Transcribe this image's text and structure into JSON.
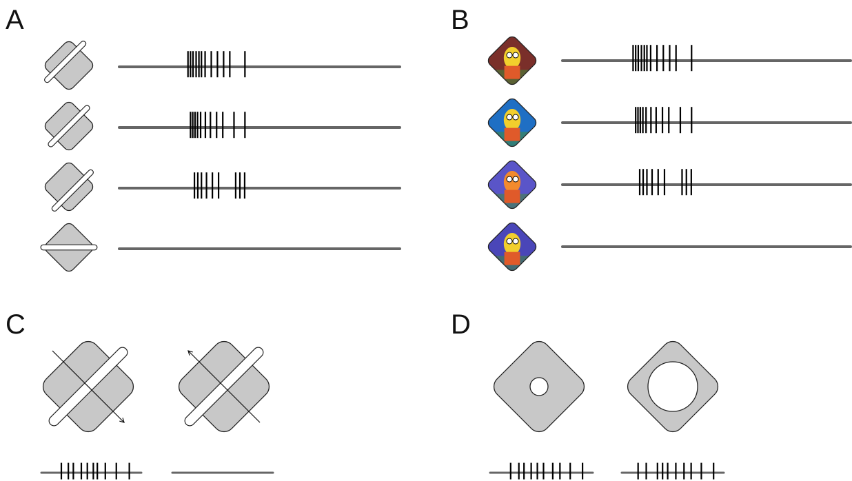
{
  "panels": {
    "A": {
      "label": "A",
      "rows": [
        {
          "icon": "tilted-bar-shape-icon",
          "bar_angle_deg": 45,
          "bar_offset": -0.2,
          "spikes": [
            0.245,
            0.254,
            0.263,
            0.274,
            0.284,
            0.293,
            0.306,
            0.328,
            0.35,
            0.372,
            0.394,
            0.448
          ]
        },
        {
          "icon": "tilted-bar-shape-icon",
          "bar_angle_deg": 45,
          "bar_offset": 0.0,
          "spikes": [
            0.254,
            0.262,
            0.27,
            0.279,
            0.29,
            0.307,
            0.325,
            0.347,
            0.369,
            0.409,
            0.448
          ]
        },
        {
          "icon": "tilted-bar-shape-icon",
          "bar_angle_deg": 45,
          "bar_offset": 0.2,
          "spikes": [
            0.268,
            0.28,
            0.293,
            0.311,
            0.332,
            0.354,
            0.415,
            0.43,
            0.447
          ]
        },
        {
          "icon": "horizontal-bar-shape-icon",
          "bar_angle_deg": 0,
          "bar_offset": 0.0,
          "spikes": []
        }
      ]
    },
    "B": {
      "label": "B",
      "rows": [
        {
          "icon": "cartoon-image-icon",
          "image_bg": "#7a2f2a",
          "image_fg": "#f2cf2d",
          "spikes": [
            0.245,
            0.254,
            0.263,
            0.274,
            0.284,
            0.293,
            0.306,
            0.328,
            0.35,
            0.372,
            0.394,
            0.448
          ]
        },
        {
          "icon": "cartoon-image-icon",
          "image_bg": "#1f6fc4",
          "image_fg": "#f2cf2d",
          "spikes": [
            0.254,
            0.262,
            0.27,
            0.279,
            0.29,
            0.307,
            0.325,
            0.347,
            0.369,
            0.409,
            0.448
          ]
        },
        {
          "icon": "cartoon-image-icon",
          "image_bg": "#5a55c8",
          "image_fg": "#f28a2d",
          "spikes": [
            0.268,
            0.28,
            0.293,
            0.311,
            0.332,
            0.354,
            0.415,
            0.43,
            0.447
          ]
        },
        {
          "icon": "cartoon-image-icon",
          "image_bg": "#4a46b8",
          "image_fg": "#f2cf2d",
          "spikes": []
        }
      ]
    },
    "C": {
      "label": "C",
      "stimuli": [
        {
          "icon": "bar-with-motion-arrow-icon",
          "arrow_direction": "down-right",
          "spikes": [
            0.2,
            0.27,
            0.32,
            0.4,
            0.46,
            0.52,
            0.56,
            0.64,
            0.75,
            0.88
          ]
        },
        {
          "icon": "bar-with-motion-arrow-icon",
          "arrow_direction": "up-left",
          "spikes": []
        }
      ]
    },
    "D": {
      "label": "D",
      "stimuli": [
        {
          "icon": "small-hole-shape-icon",
          "hole_size": "small",
          "spikes": [
            0.2,
            0.28,
            0.33,
            0.4,
            0.46,
            0.52,
            0.61,
            0.68,
            0.78,
            0.9
          ]
        },
        {
          "icon": "large-hole-shape-icon",
          "hole_size": "large",
          "spikes": [
            0.16,
            0.24,
            0.35,
            0.4,
            0.45,
            0.53,
            0.61,
            0.68,
            0.78,
            0.9
          ]
        }
      ]
    }
  },
  "colors": {
    "shape_fill": "#c8c8c8",
    "shape_stroke": "#222222",
    "axis": "#666666",
    "spike": "#000000",
    "bar_fill": "#ffffff"
  }
}
